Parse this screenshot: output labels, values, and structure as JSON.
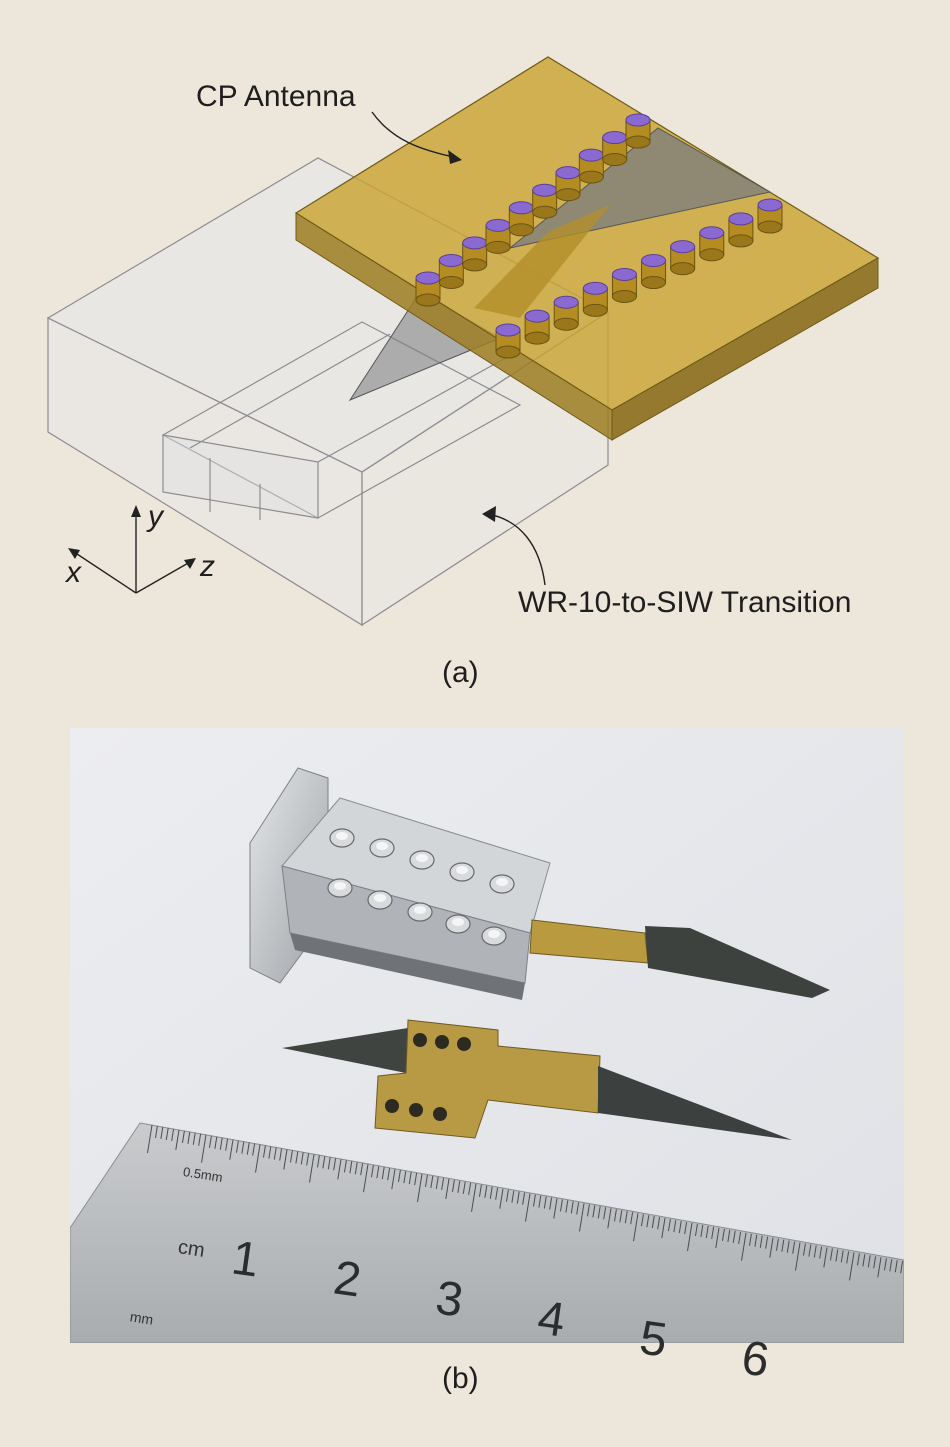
{
  "panel_a": {
    "callout_antenna": "CP Antenna",
    "callout_transition": "WR-10-to-SIW Transition",
    "axes": {
      "x": "x",
      "y": "y",
      "z": "z"
    },
    "caption": "(a)"
  },
  "panel_b": {
    "caption": "(b)",
    "ruler": {
      "scale_label": "0.5mm",
      "unit_cm": "cm",
      "unit_mm": "mm",
      "numbers": [
        "1",
        "2",
        "3",
        "4",
        "5",
        "6"
      ]
    }
  },
  "colors": {
    "page_background": "#ede6da",
    "antenna_substrate": "#c9a332",
    "via": "#8a6ad0",
    "waveguide_outline": "#8a8a90",
    "metal": "#c7c9cc",
    "absorber": "#3b3f3d"
  }
}
